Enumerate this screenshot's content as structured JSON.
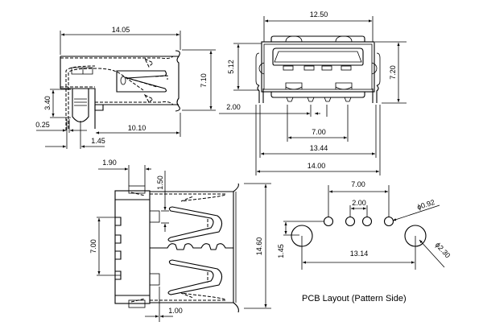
{
  "side_view": {
    "dims": {
      "overall_length": "14.05",
      "height": "7.10",
      "leg_offset": "3.40",
      "leg_thickness": "0.25",
      "leg_pitch": "1.45",
      "body_to_leg": "10.10"
    }
  },
  "front_view": {
    "dims": {
      "opening_width": "12.50",
      "opening_height": "5.12",
      "overall_height": "7.20",
      "pin_pitch": "2.00",
      "outer_pin_span": "7.00",
      "tab_span": "13.44",
      "overall_width": "14.00"
    }
  },
  "top_view": {
    "dims": {
      "tab_width": "1.90",
      "spring_offset": "1.50",
      "pin_span": "7.00",
      "overall_length": "14.60",
      "pin_offset": "1.00"
    }
  },
  "pcb_layout": {
    "title": "PCB Layout (Pattern Side)",
    "dims": {
      "signal_span": "7.00",
      "signal_pitch": "2.00",
      "signal_hole_dia": "ϕ0.92",
      "row_offset": "1.45",
      "mount_span": "13.14",
      "mount_hole_dia": "ϕ2.30"
    }
  }
}
